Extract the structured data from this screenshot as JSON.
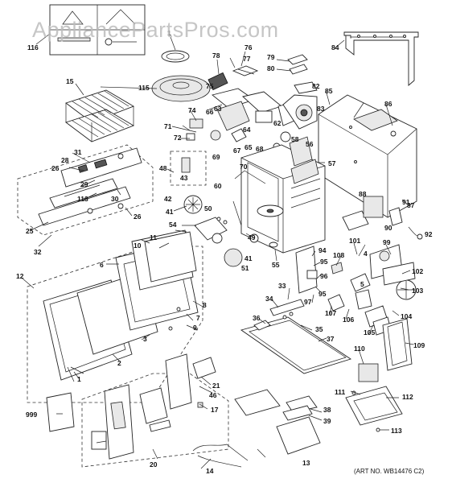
{
  "watermark": "AppliancePartsPros.com",
  "art_number": "(ART NO. WB14476 C2)",
  "part_labels": [
    "1",
    "2",
    "3",
    "4",
    "5",
    "6",
    "7",
    "8",
    "9",
    "10",
    "11",
    "12",
    "13",
    "14",
    "15",
    "16",
    "17",
    "20",
    "21",
    "25",
    "26",
    "28",
    "29",
    "30",
    "31",
    "32",
    "33",
    "34",
    "35",
    "36",
    "37",
    "38",
    "39",
    "41",
    "42",
    "43",
    "46",
    "48",
    "49",
    "50",
    "51",
    "54",
    "55",
    "56",
    "57",
    "58",
    "60",
    "62",
    "63",
    "64",
    "65",
    "66",
    "67",
    "68",
    "69",
    "70",
    "71",
    "72",
    "74",
    "75",
    "76",
    "77",
    "78",
    "79",
    "80",
    "82",
    "83",
    "84",
    "85",
    "86",
    "87",
    "88",
    "90",
    "91",
    "92",
    "94",
    "95",
    "96",
    "97",
    "99",
    "101",
    "102",
    "103",
    "104",
    "105",
    "106",
    "107",
    "108",
    "109",
    "110",
    "111",
    "112",
    "113",
    "115",
    "116",
    "999"
  ]
}
